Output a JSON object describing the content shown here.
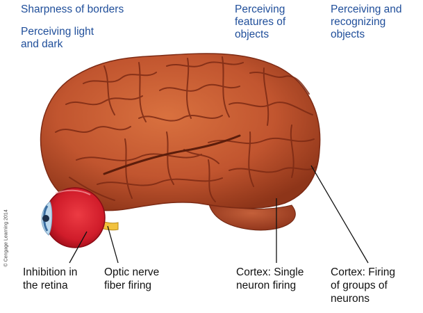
{
  "labels_top": {
    "sharpness": "Sharpness of borders",
    "light_dark": "Perceiving light\nand dark",
    "features": "Perceiving\nfeatures of\nobjects",
    "recognizing": "Perceiving and\nrecognizing\nobjects"
  },
  "labels_bottom": {
    "retina": "Inhibition in\nthe retina",
    "optic": "Optic nerve\nfiber firing",
    "single_neuron": "Cortex: Single\nneuron firing",
    "groups": "Cortex: Firing\nof groups of\nneurons"
  },
  "credit": "© Cengage Learning 2014",
  "colors": {
    "label_blue": "#1f4e9a",
    "brain_fill": "#c1552f",
    "brain_fold": "#7c2a14",
    "eye_red": "#d01c2a",
    "leader_line": "#111111"
  }
}
